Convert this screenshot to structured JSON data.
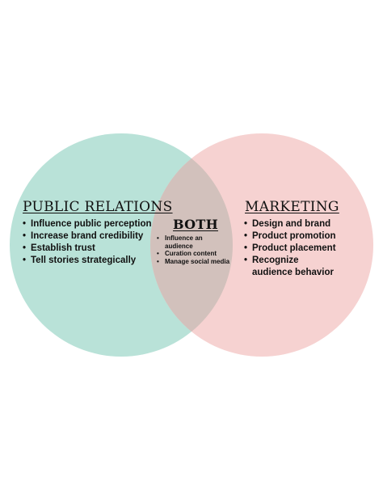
{
  "colors": {
    "left_circle": "#b9e2d8",
    "right_circle": "#f6d2d1",
    "overlap": "#d2c1bc",
    "text": "#111111"
  },
  "left": {
    "title": "PUBLIC RELATIONS",
    "items": [
      "Influence public perception",
      "Increase brand credibility",
      "Establish trust",
      "Tell stories strategically"
    ]
  },
  "center": {
    "title": "BOTH",
    "items": [
      "Influence an audience",
      "Curation content",
      "Manage social media"
    ]
  },
  "right": {
    "title": "MARKETING",
    "items": [
      "Design and brand",
      "Product promotion",
      "Product placement",
      "Recognize audience behavior"
    ]
  }
}
